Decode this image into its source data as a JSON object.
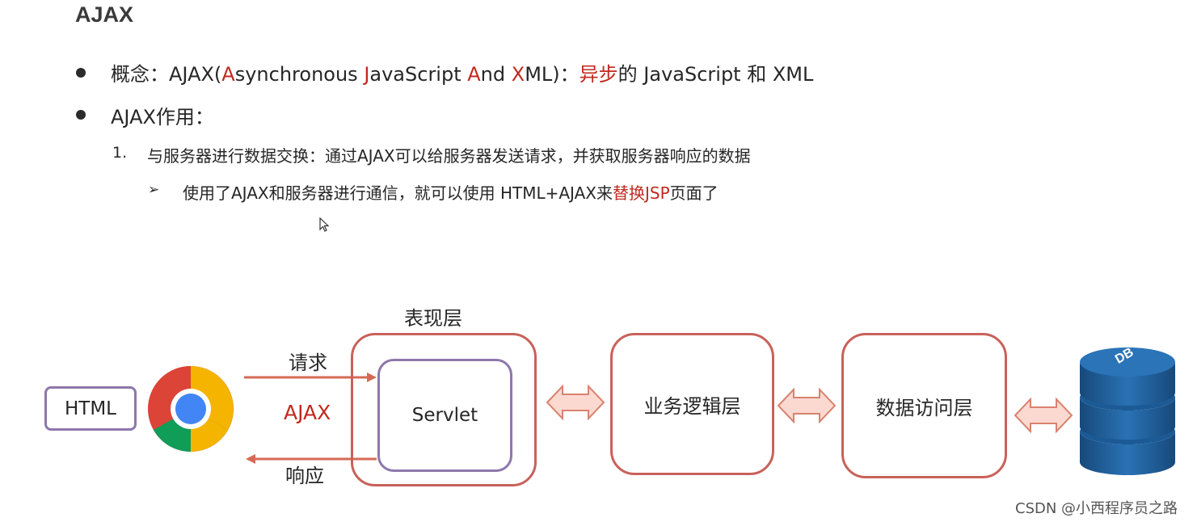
{
  "slide": {
    "title": "AJAX",
    "bullet1": {
      "prefix": "概念：AJAX(",
      "a": "A",
      "a_rest": "synchronous ",
      "j": "J",
      "j_rest": "avaScript ",
      "a2": "A",
      "a2_rest": "nd ",
      "x": "X",
      "x_rest": "ML)：",
      "red": "异步",
      "suffix": "的 JavaScript 和 XML"
    },
    "bullet2": "AJAX作用：",
    "item1": {
      "number": "1.",
      "text": "与服务器进行数据交换：通过AJAX可以给服务器发送请求，并获取服务器响应的数据"
    },
    "subitem": {
      "marker": "➢",
      "before": "使用了AJAX和服务器进行通信，就可以使用 HTML+AJAX来",
      "red": "替换JSP",
      "after": "页面了"
    }
  },
  "diagram": {
    "presentation_layer_label": "表现层",
    "html_label": "HTML",
    "request_label": "请求",
    "ajax_label": "AJAX",
    "response_label": "响应",
    "servlet_label": "Servlet",
    "business_layer_label": "业务逻辑层",
    "data_access_layer_label": "数据访问层",
    "db_label": "DB"
  },
  "watermark": "CSDN @小西程序员之路",
  "colors": {
    "accent_red": "#c0291f",
    "box_red": "#c9615a",
    "box_purple": "#8e78ab",
    "arrow_fill": "#fbd9d0",
    "db_blue": "#1f5f99"
  }
}
